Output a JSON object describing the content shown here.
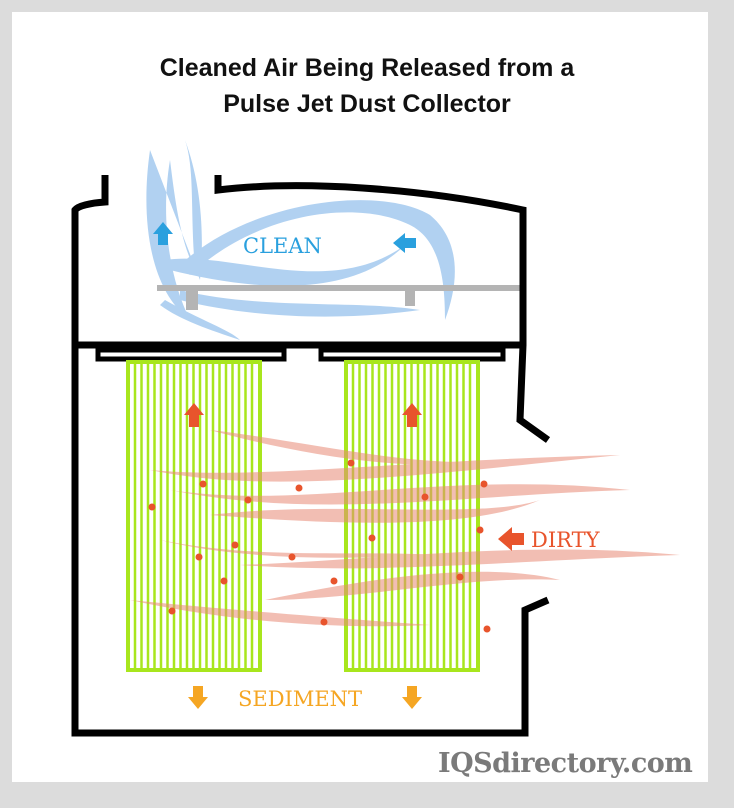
{
  "title": {
    "line1": "Cleaned Air Being Released from a",
    "line2": "Pulse Jet Dust Collector"
  },
  "labels": {
    "clean": "CLEAN",
    "dirty": "DIRTY",
    "sediment": "SEDIMENT"
  },
  "logo": "IQSdirectory.com",
  "colors": {
    "clean": "#2aa0de",
    "clean_flow": "#a9cdf0",
    "dirty": "#e8542c",
    "dirty_flow": "#f0a090",
    "sediment": "#f5a623",
    "filter": "#a8e61d",
    "housing": "#000000",
    "pipe": "#b4b4b4"
  }
}
